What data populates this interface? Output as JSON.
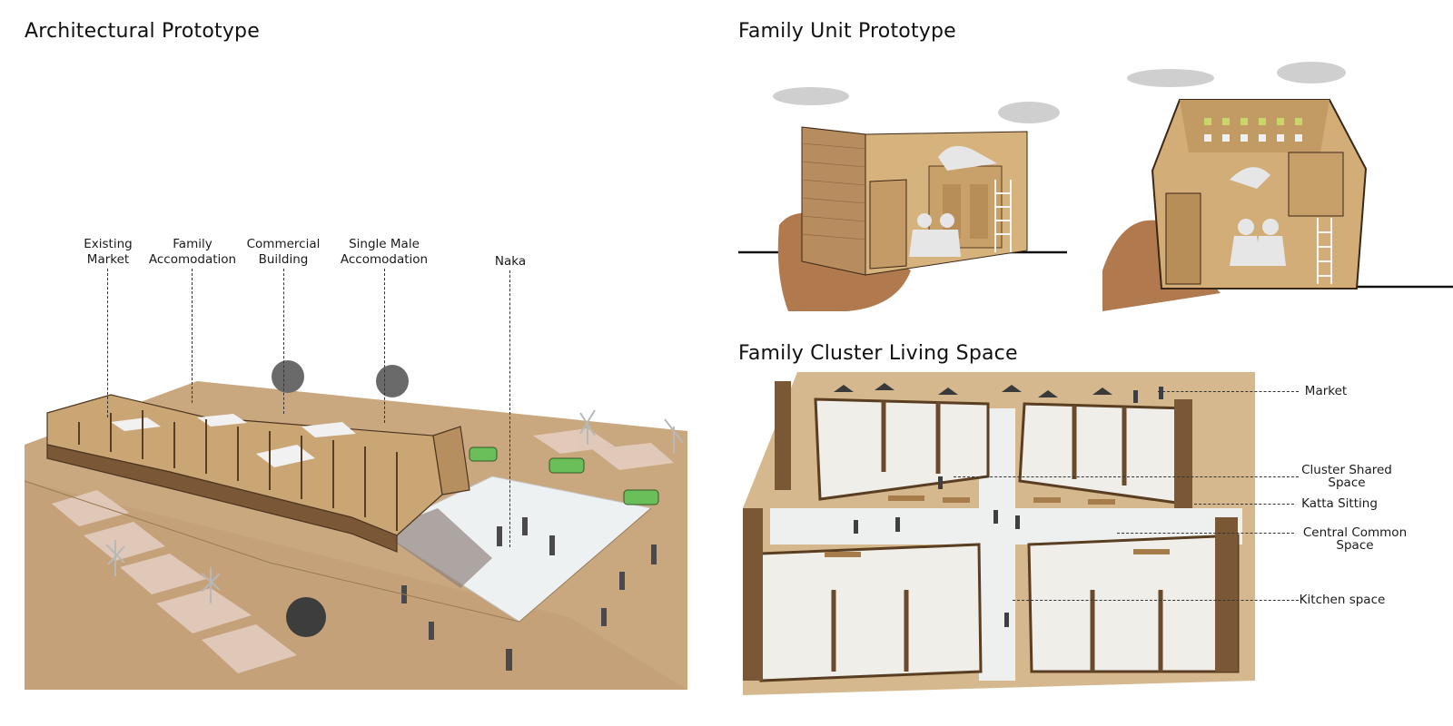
{
  "titles": {
    "architectural_prototype": "Architectural Prototype",
    "family_unit_prototype": "Family Unit Prototype",
    "family_cluster_living_space": "Family Cluster Living Space"
  },
  "site_labels": [
    {
      "line1": "Existing",
      "line2": "Market"
    },
    {
      "line1": "Family",
      "line2": "Accomodation"
    },
    {
      "line1": "Commercial",
      "line2": "Building"
    },
    {
      "line1": "Single Male",
      "line2": "Accomodation"
    },
    {
      "line1": "Naka",
      "line2": ""
    }
  ],
  "cluster_labels": [
    {
      "line1": "Market",
      "line2": ""
    },
    {
      "line1": "Cluster Shared",
      "line2": "Space"
    },
    {
      "line1": "Katta Sitting",
      "line2": ""
    },
    {
      "line1": "Central Common",
      "line2": "Space"
    },
    {
      "line1": "Kitchen space",
      "line2": ""
    }
  ],
  "palette": {
    "cardboard": "#c9a677",
    "cardboard_dark": "#6b4a2c",
    "board_base": "#c6a57c",
    "paper": "#eef1f2",
    "car_green": "#6abf5a",
    "ground_line": "#111111"
  }
}
